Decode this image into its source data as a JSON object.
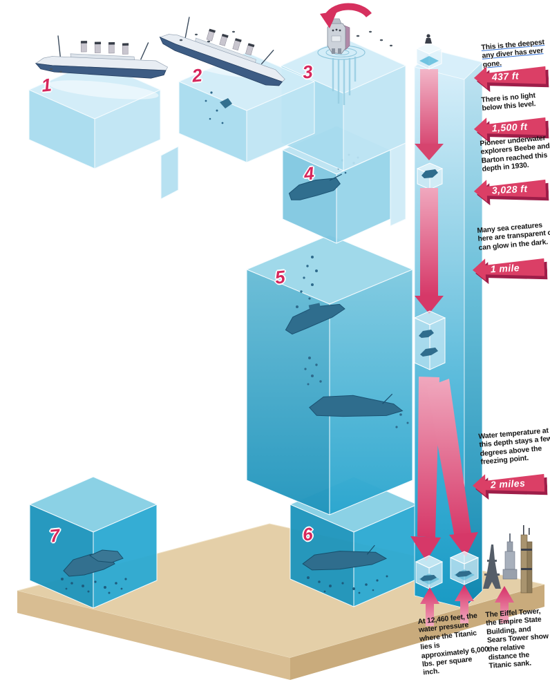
{
  "stage_numbers": [
    "1",
    "2",
    "3",
    "4",
    "5",
    "6",
    "7"
  ],
  "depth_markers": [
    {
      "note": "This is the deepest any diver has ever gone.",
      "label": "437 ft"
    },
    {
      "note": "There is no light below this level.",
      "label": "1,500 ft"
    },
    {
      "note": "Pioneer underwater explorers Beebe and Barton reached this depth in 1930.",
      "label": "3,028 ft"
    },
    {
      "note": "Many sea creatures here are transparent or can glow in the dark.",
      "label": "1 mile"
    },
    {
      "note": "Water temperature at this depth stays a few degrees above the freezing point.",
      "label": "2 miles"
    }
  ],
  "footnotes": {
    "pressure": "At 12,460 feet, the water pressure where the Titanic lies is approximately 6,000 lbs. per square inch.",
    "towers": "The Eiffel Tower, the Empire State Building, and Sears Tower show the relative distance the Titanic sank."
  },
  "colors": {
    "accent_pink": "#d6305e",
    "arrow_face": "#db3f66",
    "arrow_bevel": "#9e1e49",
    "water_light": "#cfecf7",
    "water_deep": "#2aa9d2",
    "sand": "#e4cfa8",
    "underline_blue": "#2f6fd6",
    "label_red": "#d6275c",
    "text": "#141414"
  }
}
